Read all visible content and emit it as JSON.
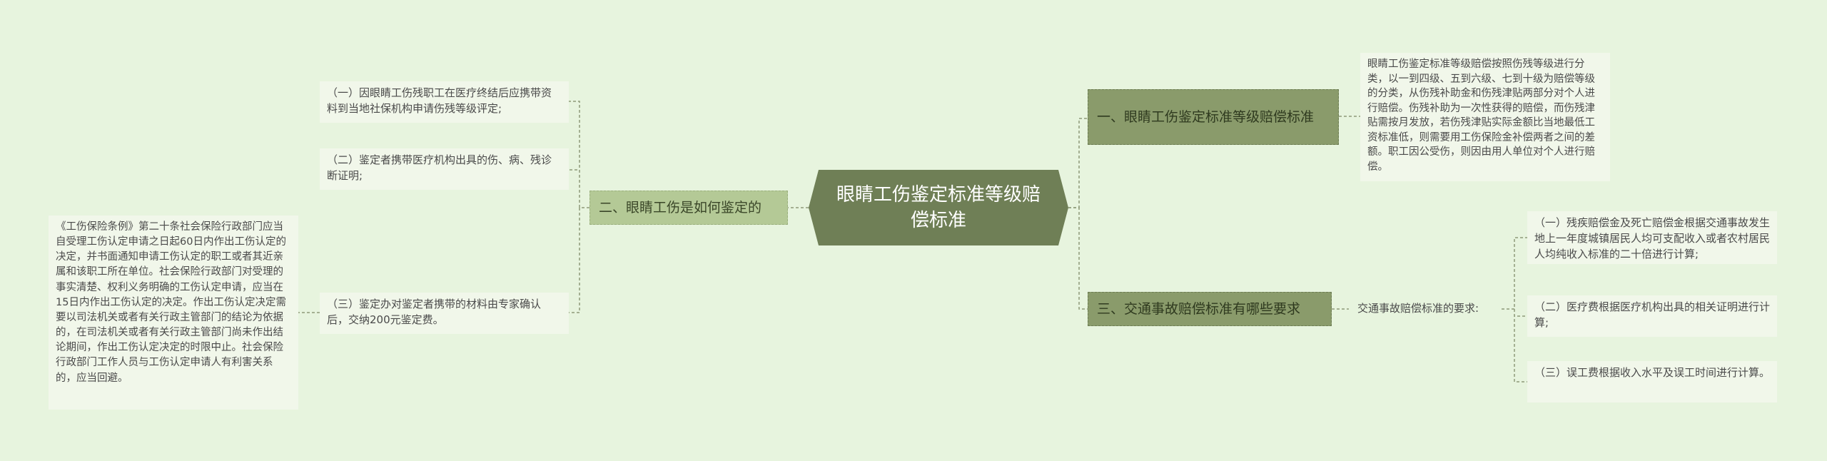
{
  "root": {
    "label": "眼睛工伤鉴定标准等级赔偿标准"
  },
  "branches": [
    {
      "label": "一、眼睛工伤鉴定标准等级赔偿标准",
      "children": [
        "眼睛工伤鉴定标准等级赔偿按照伤残等级进行分类，以一到四级、五到六级、七到十级为赔偿等级的分类，从伤残补助金和伤残津贴两部分对个人进行赔偿。伤残补助为一次性获得的赔偿，而伤残津贴需按月发放，若伤残津贴实际金额比当地最低工资标准低，则需要用工伤保险金补偿两者之间的差额。职工因公受伤，则因由用人单位对个人进行赔偿。"
      ]
    },
    {
      "label": "二、眼睛工伤是如何鉴定的",
      "children": [
        "（一）因眼睛工伤残职工在医疗终结后应携带资料到当地社保机构申请伤残等级评定;",
        "（二）鉴定者携带医疗机构出具的伤、病、残诊断证明;",
        "（三）鉴定办对鉴定者携带的材料由专家确认后，交纳200元鉴定费。"
      ],
      "extra": "《工伤保险条例》第二十条社会保险行政部门应当自受理工伤认定申请之日起60日内作出工伤认定的决定，并书面通知申请工伤认定的职工或者其近亲属和该职工所在单位。社会保险行政部门对受理的事实清楚、权利义务明确的工伤认定申请，应当在15日内作出工伤认定的决定。作出工伤认定决定需要以司法机关或者有关行政主管部门的结论为依据的，在司法机关或者有关行政主管部门尚未作出结论期间，作出工伤认定决定的时限中止。社会保险行政部门工作人员与工伤认定申请人有利害关系的，应当回避。"
    },
    {
      "label": "三、交通事故赔偿标准有哪些要求",
      "intermediate": "交通事故赔偿标准的要求:",
      "children": [
        "（一）残疾赔偿金及死亡赔偿金根据交通事故发生地上一年度城镇居民人均可支配收入或者农村居民人均纯收入标准的二十倍进行计算;",
        "（二）医疗费根据医疗机构出具的相关证明进行计算;",
        "（三）误工费根据收入水平及误工时间进行计算。"
      ]
    }
  ],
  "colors": {
    "background": "#e7f4de",
    "root": "#6f7f56",
    "branch_right": "#8a9b6b",
    "branch_left": "#b4c996",
    "leaf": "#f1f7ea",
    "link": "#9aa886"
  }
}
